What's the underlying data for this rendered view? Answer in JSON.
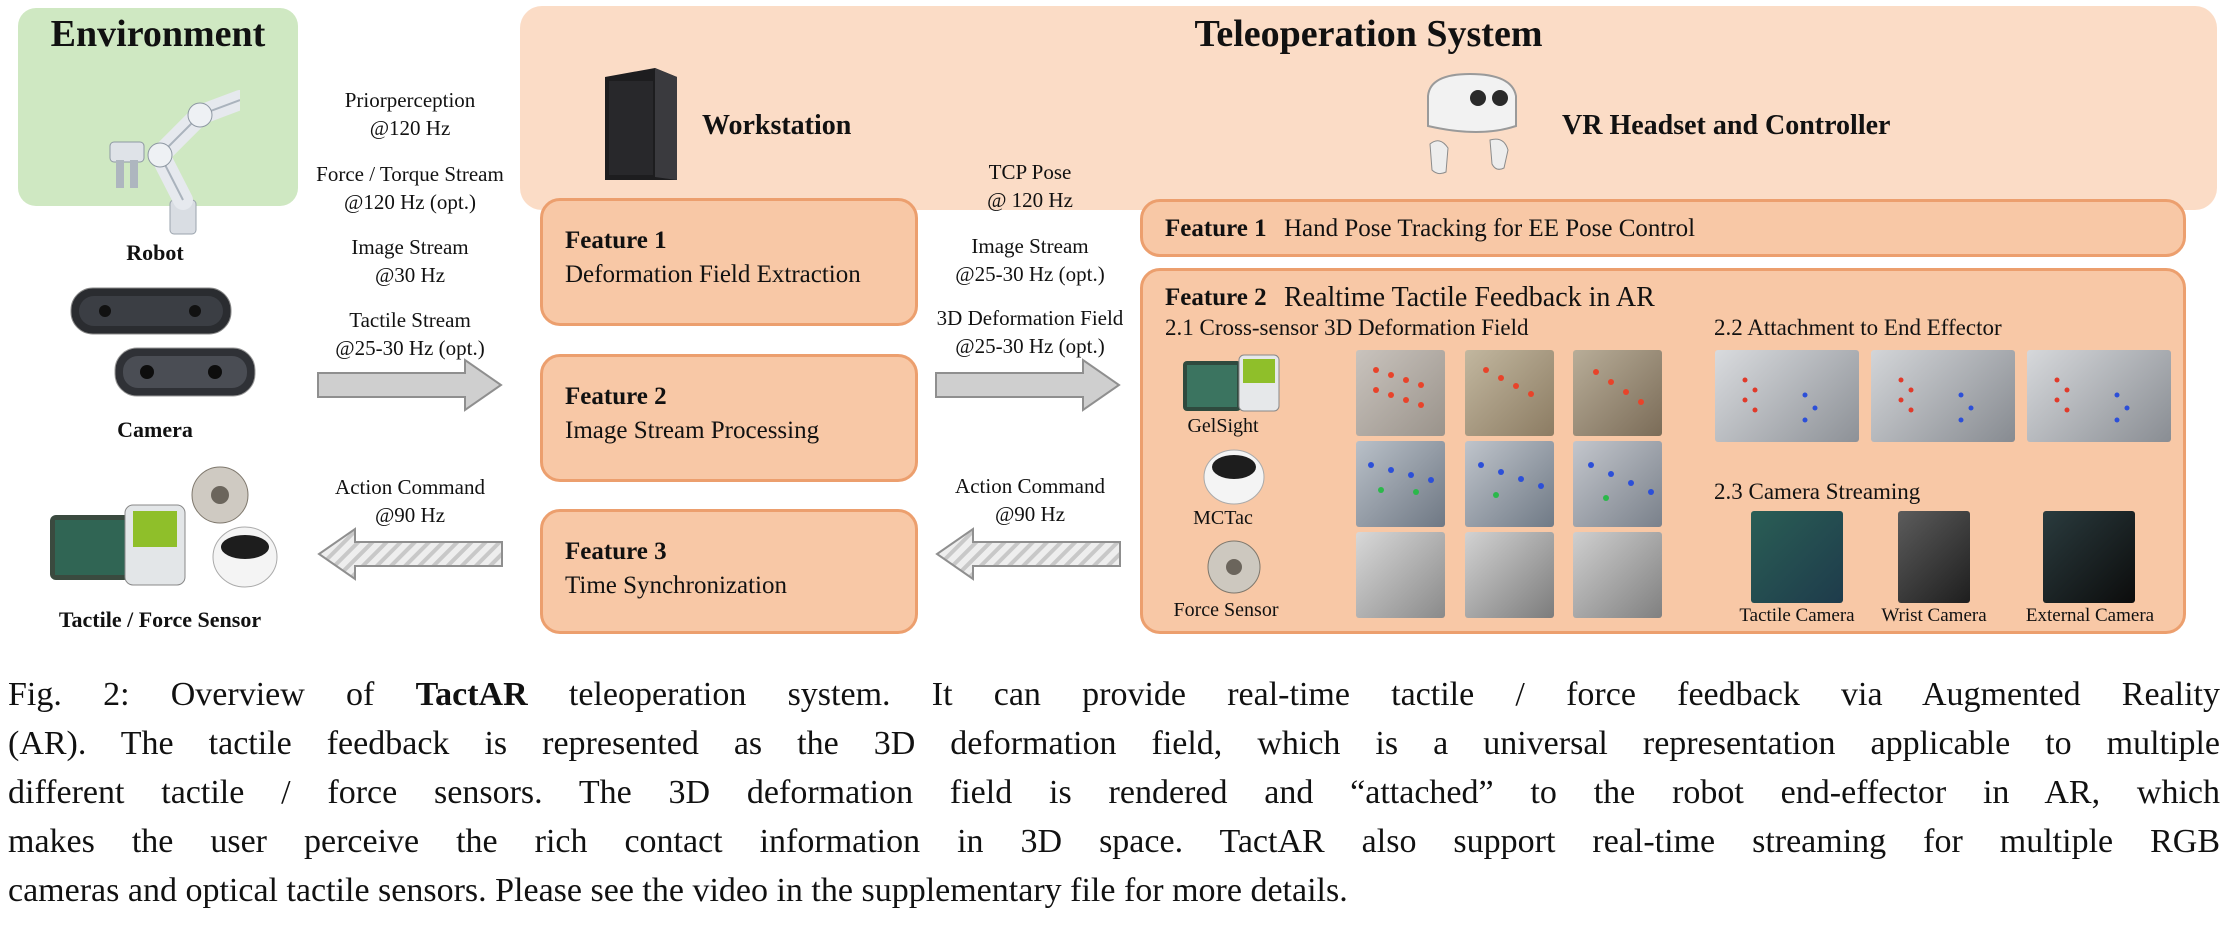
{
  "environment": {
    "title": "Environment",
    "robot_label": "Robot",
    "camera_label": "Camera",
    "sensor_label": "Tactile / Force Sensor"
  },
  "left_streams": {
    "proprioception": [
      "Priorperception",
      "@120 Hz"
    ],
    "force": [
      "Force / Torque Stream",
      "@120 Hz (opt.)"
    ],
    "image": [
      "Image Stream",
      "@30 Hz"
    ],
    "tactile": [
      "Tactile Stream",
      "@25-30 Hz (opt.)"
    ],
    "action": [
      "Action Command",
      "@90 Hz"
    ]
  },
  "teleoperation": {
    "title": "Teleoperation System",
    "workstation_label": "Workstation",
    "vr_label": "VR Headset and Controller"
  },
  "workstation_features": [
    {
      "title": "Feature 1",
      "desc": "Deformation Field Extraction"
    },
    {
      "title": "Feature 2",
      "desc": "Image Stream Processing"
    },
    {
      "title": "Feature 3",
      "desc": "Time Synchronization"
    }
  ],
  "middle_streams": {
    "tcp": [
      "TCP Pose",
      "@ 120 Hz"
    ],
    "image": [
      "Image Stream",
      "@25-30 Hz (opt.)"
    ],
    "deform": [
      "3D Deformation Field",
      "@25-30 Hz (opt.)"
    ],
    "action": [
      "Action Command",
      "@90 Hz"
    ]
  },
  "vr_features": {
    "f1_title": "Feature 1",
    "f1_desc": "Hand Pose Tracking for EE Pose Control",
    "f2_title": "Feature 2",
    "f2_desc": "Realtime Tactile Feedback in AR",
    "sub21": "2.1 Cross-sensor 3D Deformation Field",
    "sub22": "2.2 Attachment to End Effector",
    "sub23": "2.3 Camera Streaming",
    "sensors": [
      "GelSight",
      "MCTac",
      "Force Sensor"
    ],
    "cameras": [
      "Tactile Camera",
      "Wrist Camera",
      "External Camera"
    ]
  },
  "caption": {
    "prefix": "Fig. 2: Overview of ",
    "name": "TactAR",
    "line1_rest": " teleoperation system. It can provide real-time tactile / force feedback via Augmented Reality",
    "line2": "(AR). The tactile feedback is represented as the 3D deformation field, which is a universal representation applicable to multiple",
    "line3": "different tactile / force sensors. The 3D deformation field is rendered and “attached” to the robot end-effector in AR, which",
    "line4": "makes the user perceive the rich contact information in 3D space. TactAR also support real-time streaming for multiple RGB",
    "line5": "cameras and optical tactile sensors. Please see the video in the supplementary file for more details."
  },
  "colors": {
    "environment_bg": "#cfe8c2",
    "teleop_bg": "#fbdcc6",
    "feature_fill": "#f8c8a6",
    "feature_border": "#ec9f6e"
  }
}
